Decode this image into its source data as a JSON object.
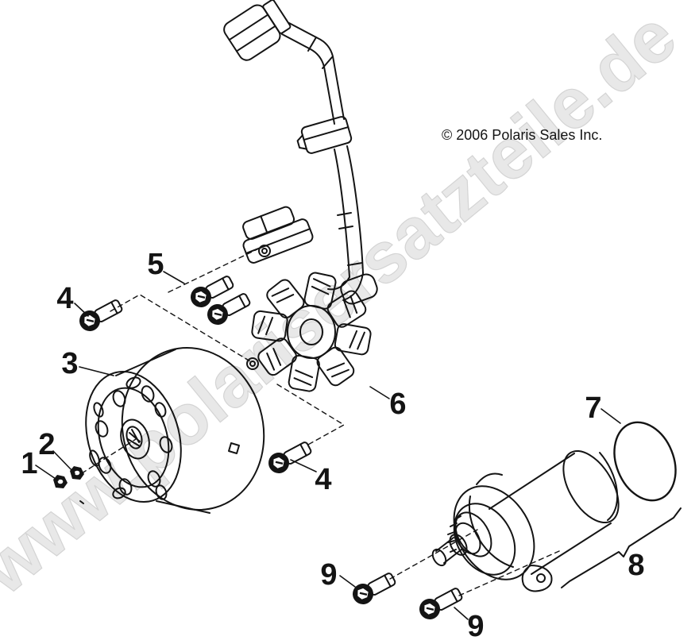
{
  "watermark": {
    "text": "www.polarisersatzteile.de",
    "fill": "#e8e8e8",
    "outline": "#d4d4d4"
  },
  "copyright": {
    "text": "© 2006 Polaris Sales Inc.",
    "color": "#141414"
  },
  "colors": {
    "background": "#ffffff",
    "ink": "#141414"
  },
  "callouts": [
    {
      "label": "1"
    },
    {
      "label": "2"
    },
    {
      "label": "3"
    },
    {
      "label": "4"
    },
    {
      "label": "5"
    },
    {
      "label": "6"
    },
    {
      "label": "4"
    },
    {
      "label": "7"
    },
    {
      "label": "8"
    },
    {
      "label": "9"
    },
    {
      "label": "9"
    }
  ]
}
